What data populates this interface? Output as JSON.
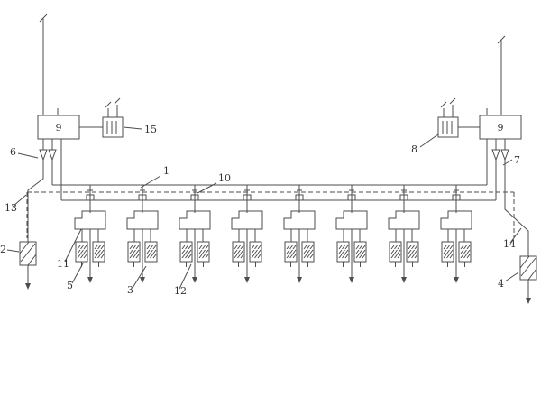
{
  "diagram": {
    "units_count": 8,
    "labels": {
      "part1": "1",
      "part2": "2",
      "part3": "3",
      "part4": "4",
      "part5": "5",
      "part6": "6",
      "part7": "7",
      "part8": "8",
      "part9_left": "9",
      "part9_right": "9",
      "part10": "10",
      "part11": "11",
      "part12": "12",
      "part13": "13",
      "part14": "14",
      "part15": "15"
    },
    "colors": {
      "line": "#4d4d4d",
      "label_text": "#333333",
      "background": "#ffffff"
    }
  }
}
